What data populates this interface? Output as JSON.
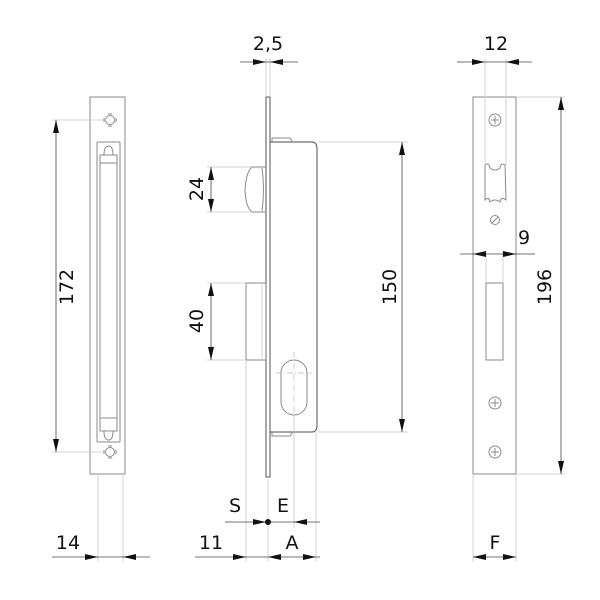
{
  "drawing": {
    "title": "Mortise lock technical drawing",
    "views": [
      {
        "name": "strike-plate-front",
        "dimensions": {
          "height": "172",
          "width": "14"
        }
      },
      {
        "name": "lock-side",
        "dimensions": {
          "faceplate_thickness": "2,5",
          "latch": "24",
          "deadbolt": "40",
          "case_height": "150",
          "backset_left": "11",
          "S": "S",
          "E": "E",
          "A": "A"
        }
      },
      {
        "name": "lock-front",
        "dimensions": {
          "width": "12",
          "faceplate_height": "196",
          "inner_width": "9",
          "F": "F"
        }
      }
    ]
  },
  "labels": {
    "l172": "172",
    "l14": "14",
    "l2_5": "2,5",
    "l24": "24",
    "l40": "40",
    "l150": "150",
    "lS": "S",
    "lE": "E",
    "l11": "11",
    "lA": "A",
    "l12": "12",
    "l9": "9",
    "l196": "196",
    "lF": "F"
  }
}
